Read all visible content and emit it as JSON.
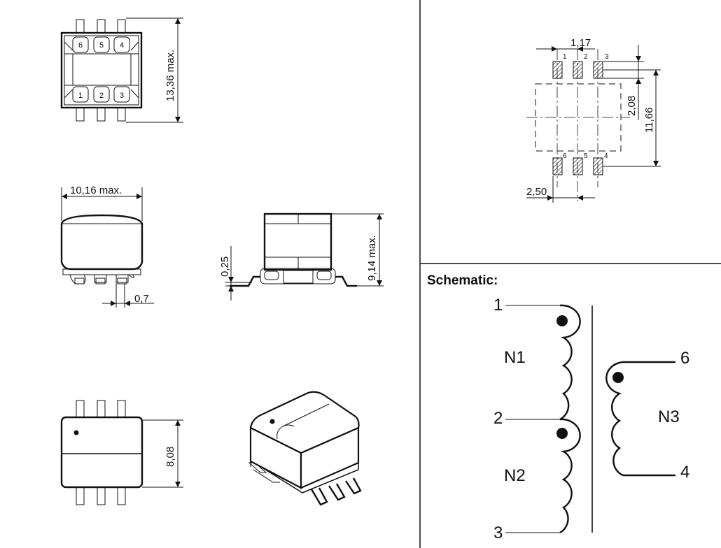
{
  "views": {
    "top": {
      "pins_top": [
        "6",
        "5",
        "4"
      ],
      "pins_bottom": [
        "1",
        "2",
        "3"
      ],
      "height_dim": "13,36  max."
    },
    "front": {
      "width_dim": "10,16  max.",
      "pin_dim": "0,7"
    },
    "side": {
      "standoff_dim": "0,25",
      "height_dim": "9,14  max."
    },
    "bottom": {
      "height_dim": "8,08"
    }
  },
  "footprint": {
    "pins_top": [
      "1",
      "2",
      "3"
    ],
    "pins_bottom": [
      "6",
      "5",
      "4"
    ],
    "pitch_dim": "1,17",
    "pad_dim": "2,08",
    "span_dim": "11,66",
    "width_dim": "2,50"
  },
  "schematic": {
    "heading": "Schematic:",
    "terminals": [
      "1",
      "2",
      "3",
      "6",
      "4"
    ],
    "windings": [
      "N1",
      "N2",
      "N3"
    ]
  }
}
